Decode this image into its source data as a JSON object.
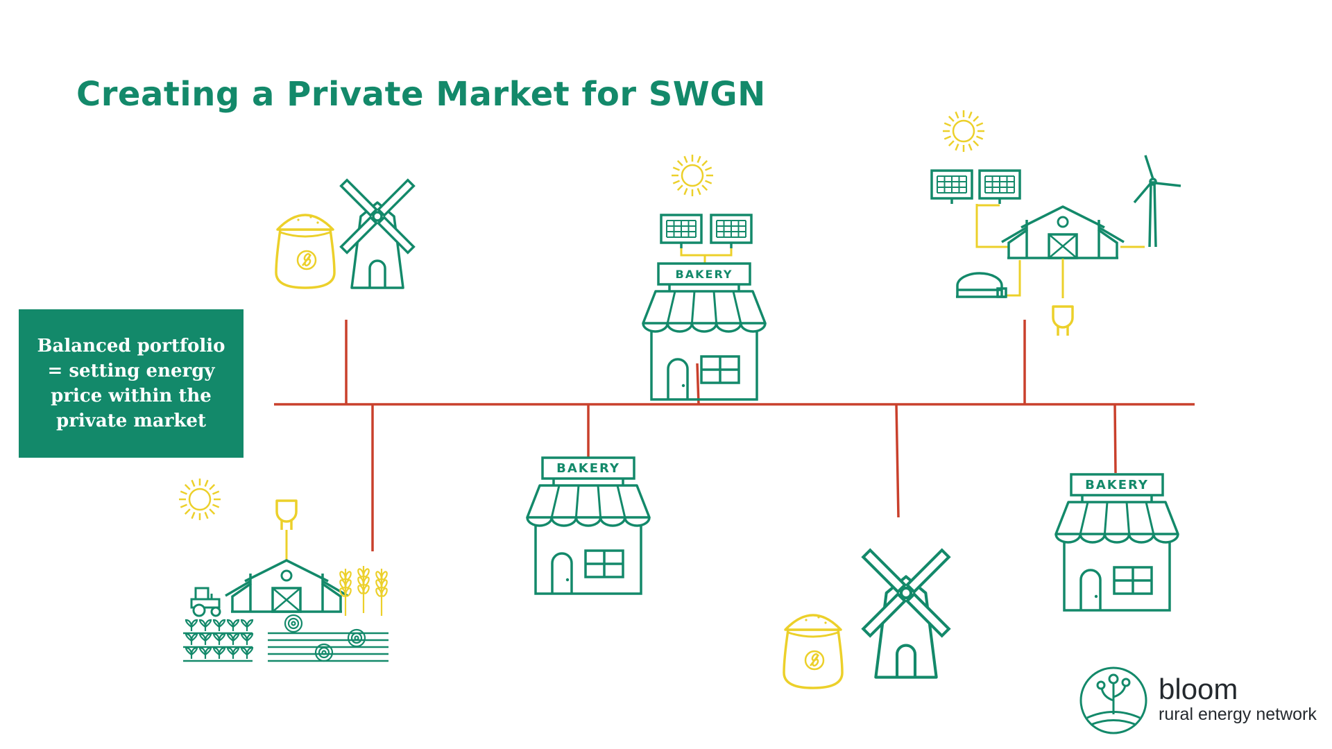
{
  "title": "Creating a Private Market for SWGN",
  "callout": "Balanced portfolio = setting energy price within the private market",
  "store_sign": "BAKERY",
  "brand": {
    "name": "bloom",
    "subtitle": "rural energy network"
  },
  "colors": {
    "green": "#13896a",
    "yellow": "#ecd02a",
    "red": "#c9402c",
    "text_dark": "#24292e"
  },
  "nodes": [
    "windmill-with-grain-sack",
    "solar-bakery",
    "solar-wind-farm",
    "solar-farm-fields",
    "bakery",
    "windmill-with-grain-sack",
    "bakery"
  ]
}
